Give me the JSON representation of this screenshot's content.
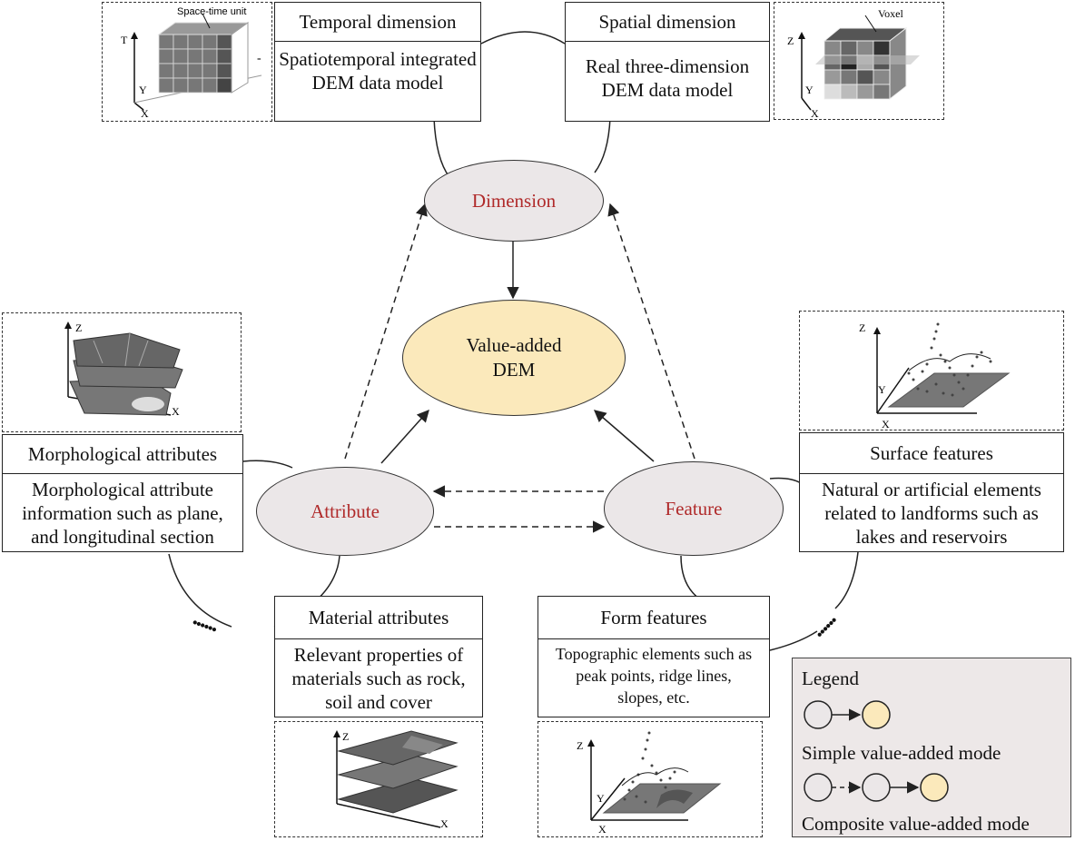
{
  "nodes": {
    "dimension": "Dimension",
    "center_line1": "Value-added",
    "center_line2": "DEM",
    "attribute": "Attribute",
    "feature": "Feature"
  },
  "boxes": {
    "temporal": {
      "head": "Temporal dimension",
      "body": "Spatiotemporal integrated DEM data model"
    },
    "spatial": {
      "head": "Spatial dimension",
      "body": "Real three-dimension DEM data model"
    },
    "morphological": {
      "head": "Morphological attributes",
      "body": "Morphological attribute information such as plane, and longitudinal section"
    },
    "material": {
      "head": "Material attributes",
      "body": "Relevant properties of materials such as rock, soil and cover"
    },
    "form": {
      "head": "Form features",
      "body": "Topographic elements such as peak points, ridge lines, slopes, etc."
    },
    "surface": {
      "head": "Surface features",
      "body": "Natural or artificial elements related to landforms such as lakes and reservoirs"
    }
  },
  "thumb_labels": {
    "space_time_unit": "Space-time unit",
    "voxel": "Voxel"
  },
  "axes": {
    "t": "T",
    "x": "X",
    "y": "Y",
    "z": "Z"
  },
  "ellipsis": "......",
  "legend": {
    "title": "Legend",
    "simple": "Simple value-added mode",
    "composite": "Composite value-added mode"
  },
  "colors": {
    "node_gray": "#ebe7e8",
    "node_yellow": "#fbe9bb",
    "node_text_red": "#b02a2a",
    "legend_bg": "#ede8e8"
  }
}
